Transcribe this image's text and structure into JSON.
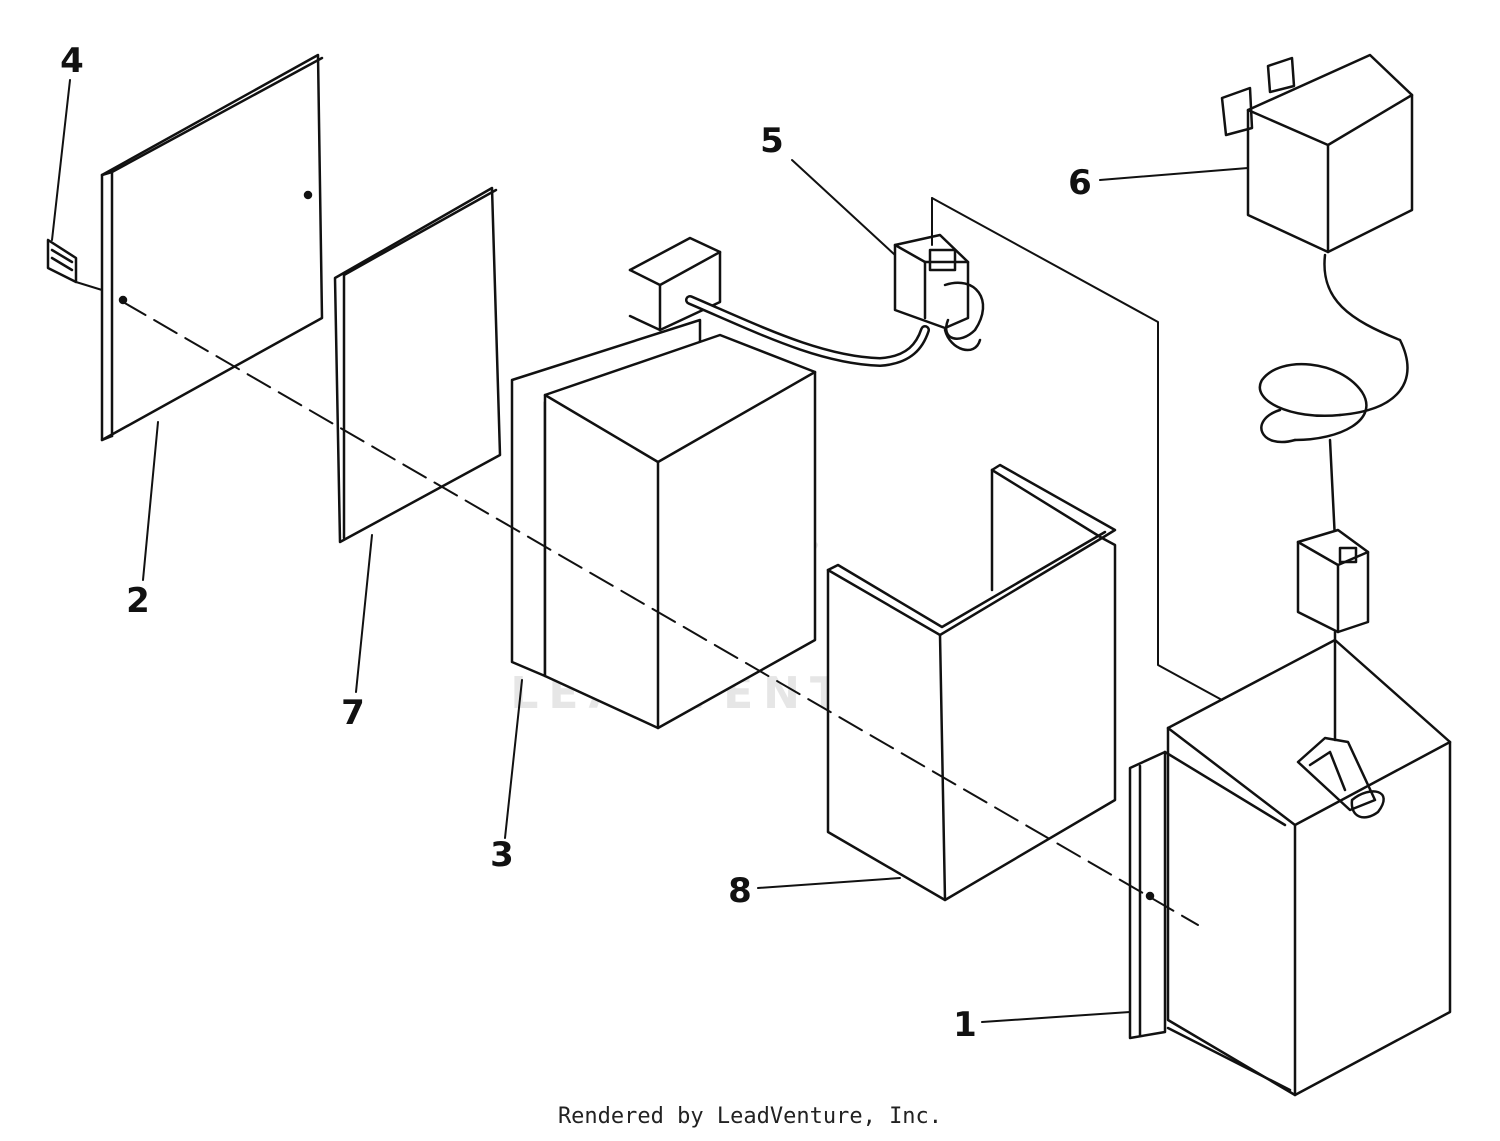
{
  "diagram": {
    "callouts": {
      "c1": "1",
      "c2": "2",
      "c3": "3",
      "c4": "4",
      "c5": "5",
      "c6": "6",
      "c7": "7",
      "c8": "8"
    },
    "watermark": "LEADVENTURE",
    "footer": "Rendered by LeadVenture, Inc."
  }
}
